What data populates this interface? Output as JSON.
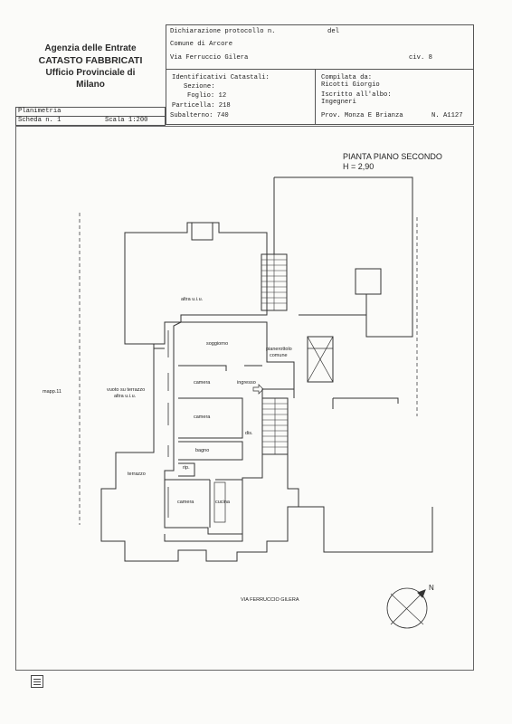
{
  "agency": {
    "line1": "Agenzia delle Entrate",
    "line2": "CATASTO FABBRICATI",
    "line3": "Ufficio Provinciale di",
    "line4": "Milano"
  },
  "header": {
    "dichiarazione": "Dichiarazione protocollo n.",
    "del": "del",
    "comune": "Comune di Arcore",
    "via": "Via Ferruccio Gilera",
    "civ": "civ. 8",
    "identificativi": "Identificativi Catastali:",
    "sezione": "Sezione:",
    "foglio": "Foglio: 12",
    "particella": "Particella: 218",
    "subalterno": "Subalterno: 740",
    "compilata": "Compilata da:",
    "compilatore": "Ricotti Giorgio",
    "iscritto": "Iscritto all'albo:",
    "albo": "Ingegneri",
    "prov": "Prov. Monza E Brianza",
    "numero": "N. A1127"
  },
  "planimetria": {
    "title": "Planimetria",
    "scheda": "Scheda n. 1",
    "scala": "Scala 1:200"
  },
  "plan": {
    "pianta": "PIANTA PIANO SECONDO",
    "altezza": "H = 2,90",
    "labels": {
      "altra_uiu": "altra u.i.u.",
      "soggiorno": "soggiorno",
      "pianerottolo": "pianerottolo",
      "comune": "comune",
      "camera1": "camera",
      "ingresso": "ingresso",
      "camera2": "camera",
      "dis": "dis.",
      "bagno": "bagno",
      "rip": "rip.",
      "camera3": "camera",
      "cucina": "cucina",
      "terrazzo": "terrazzo",
      "vuoto1": "vuoto su terrazzo",
      "vuoto2": "altra u.i.u.",
      "mapp": "mapp.11",
      "via": "VIA FERRUCCIO GILERA",
      "north": "N"
    }
  },
  "footer": {
    "icon": "document-list-icon"
  }
}
